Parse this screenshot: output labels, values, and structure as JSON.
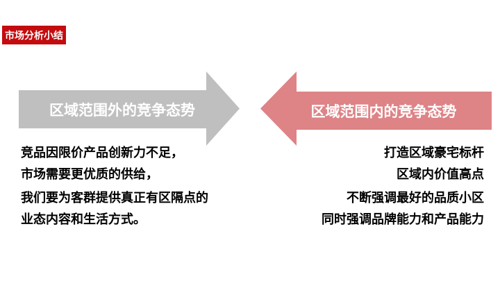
{
  "slide": {
    "title_badge": {
      "text": "市场分析小结"
    },
    "arrows": {
      "outside": {
        "label": "区域范围外的竞争态势",
        "color": "#BFBFBF",
        "direction": "right"
      },
      "inside": {
        "label": "区域范围内的竞争态势",
        "color": "#DE8386",
        "direction": "left"
      }
    },
    "outside_points": {
      "lines": [
        "竞品因限价产品创新力不足，",
        "市场需要更优质的供给，",
        "我们要为客群提供真正有区隔点的",
        "业态内容和生活方式。"
      ]
    },
    "inside_points": {
      "lines": [
        "打造区域豪宅标杆",
        "区域内价值高点",
        "不断强调最好的品质小区",
        "同时强调品牌能力和产品能力"
      ]
    },
    "colors": {
      "background": "#FFFFFF",
      "title_bg": "#C40B0E",
      "title_text": "#FFFFFF",
      "arrow_gray": "#BFBFBF",
      "arrow_red": "#DE8386",
      "arrow_label_text": "#FFFFFF",
      "body_text": "#000000"
    }
  }
}
